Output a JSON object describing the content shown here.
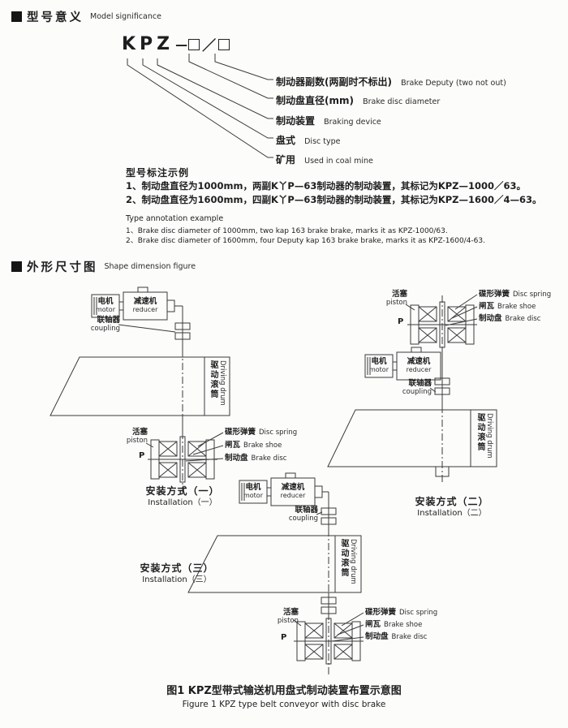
{
  "section1": {
    "title_zh": "型号意义",
    "title_en": "Model significance",
    "model_code": "KPZ",
    "model_dash": "—",
    "model_slash": "／",
    "model_labels": [
      {
        "zh": "制动器副数(两副时不标出)",
        "en": "Brake Deputy (two not out)"
      },
      {
        "zh": "制动盘直径(mm)",
        "en": "Brake disc diameter"
      },
      {
        "zh": "制动装置",
        "en": "Braking device"
      },
      {
        "zh": "盘式",
        "en": "Disc type"
      },
      {
        "zh": "矿用",
        "en": "Used in coal mine"
      }
    ],
    "example_header_zh": "型号标注示例",
    "example_zh_1": "1、制动盘直径为1000mm，两副K丫P—63制动器的制动装置，其标记为KPZ—1000／63。",
    "example_zh_2": "2、制动盘直径为1600mm，四副K丫P—63制动器的制动装置，其标记为KPZ—1600／4—63。",
    "example_header_en": "Type annotation example",
    "example_en_1": "1、Brake disc diameter of 1000mm, two kap 163 brake brake, marks it as KPZ-1000/63.",
    "example_en_2": "2、Brake disc diameter of 1600mm, four Deputy kap 163 brake brake, marks it as KPZ-1600/4-63."
  },
  "section2": {
    "title_zh": "外形尺寸图",
    "title_en": "Shape dimension figure",
    "parts": {
      "motor_zh": "电机",
      "motor_en": "motor",
      "reducer_zh": "减速机",
      "reducer_en": "reducer",
      "coupling_zh": "联轴器",
      "coupling_en": "coupling",
      "drum_zh": "驱动滚筒",
      "drum_en": "Driving drum",
      "piston_zh": "活塞",
      "piston_en": "piston",
      "p": "P",
      "spring_zh": "碟形弹簧",
      "spring_en": "Disc spring",
      "shoe_zh": "闸瓦",
      "shoe_en": "Brake shoe",
      "disc_zh": "制动盘",
      "disc_en": "Brake disc"
    },
    "installations": [
      {
        "zh": "安装方式（一）",
        "en": "Installation（一）"
      },
      {
        "zh": "安装方式（二）",
        "en": "Installation（二）"
      },
      {
        "zh": "安装方式（三）",
        "en": "Installation（三）"
      }
    ],
    "figure_caption_zh": "图1 KPZ型带式输送机用盘式制动装置布置示意图",
    "figure_caption_en": "Figure 1 KPZ type belt conveyor with disc brake"
  }
}
